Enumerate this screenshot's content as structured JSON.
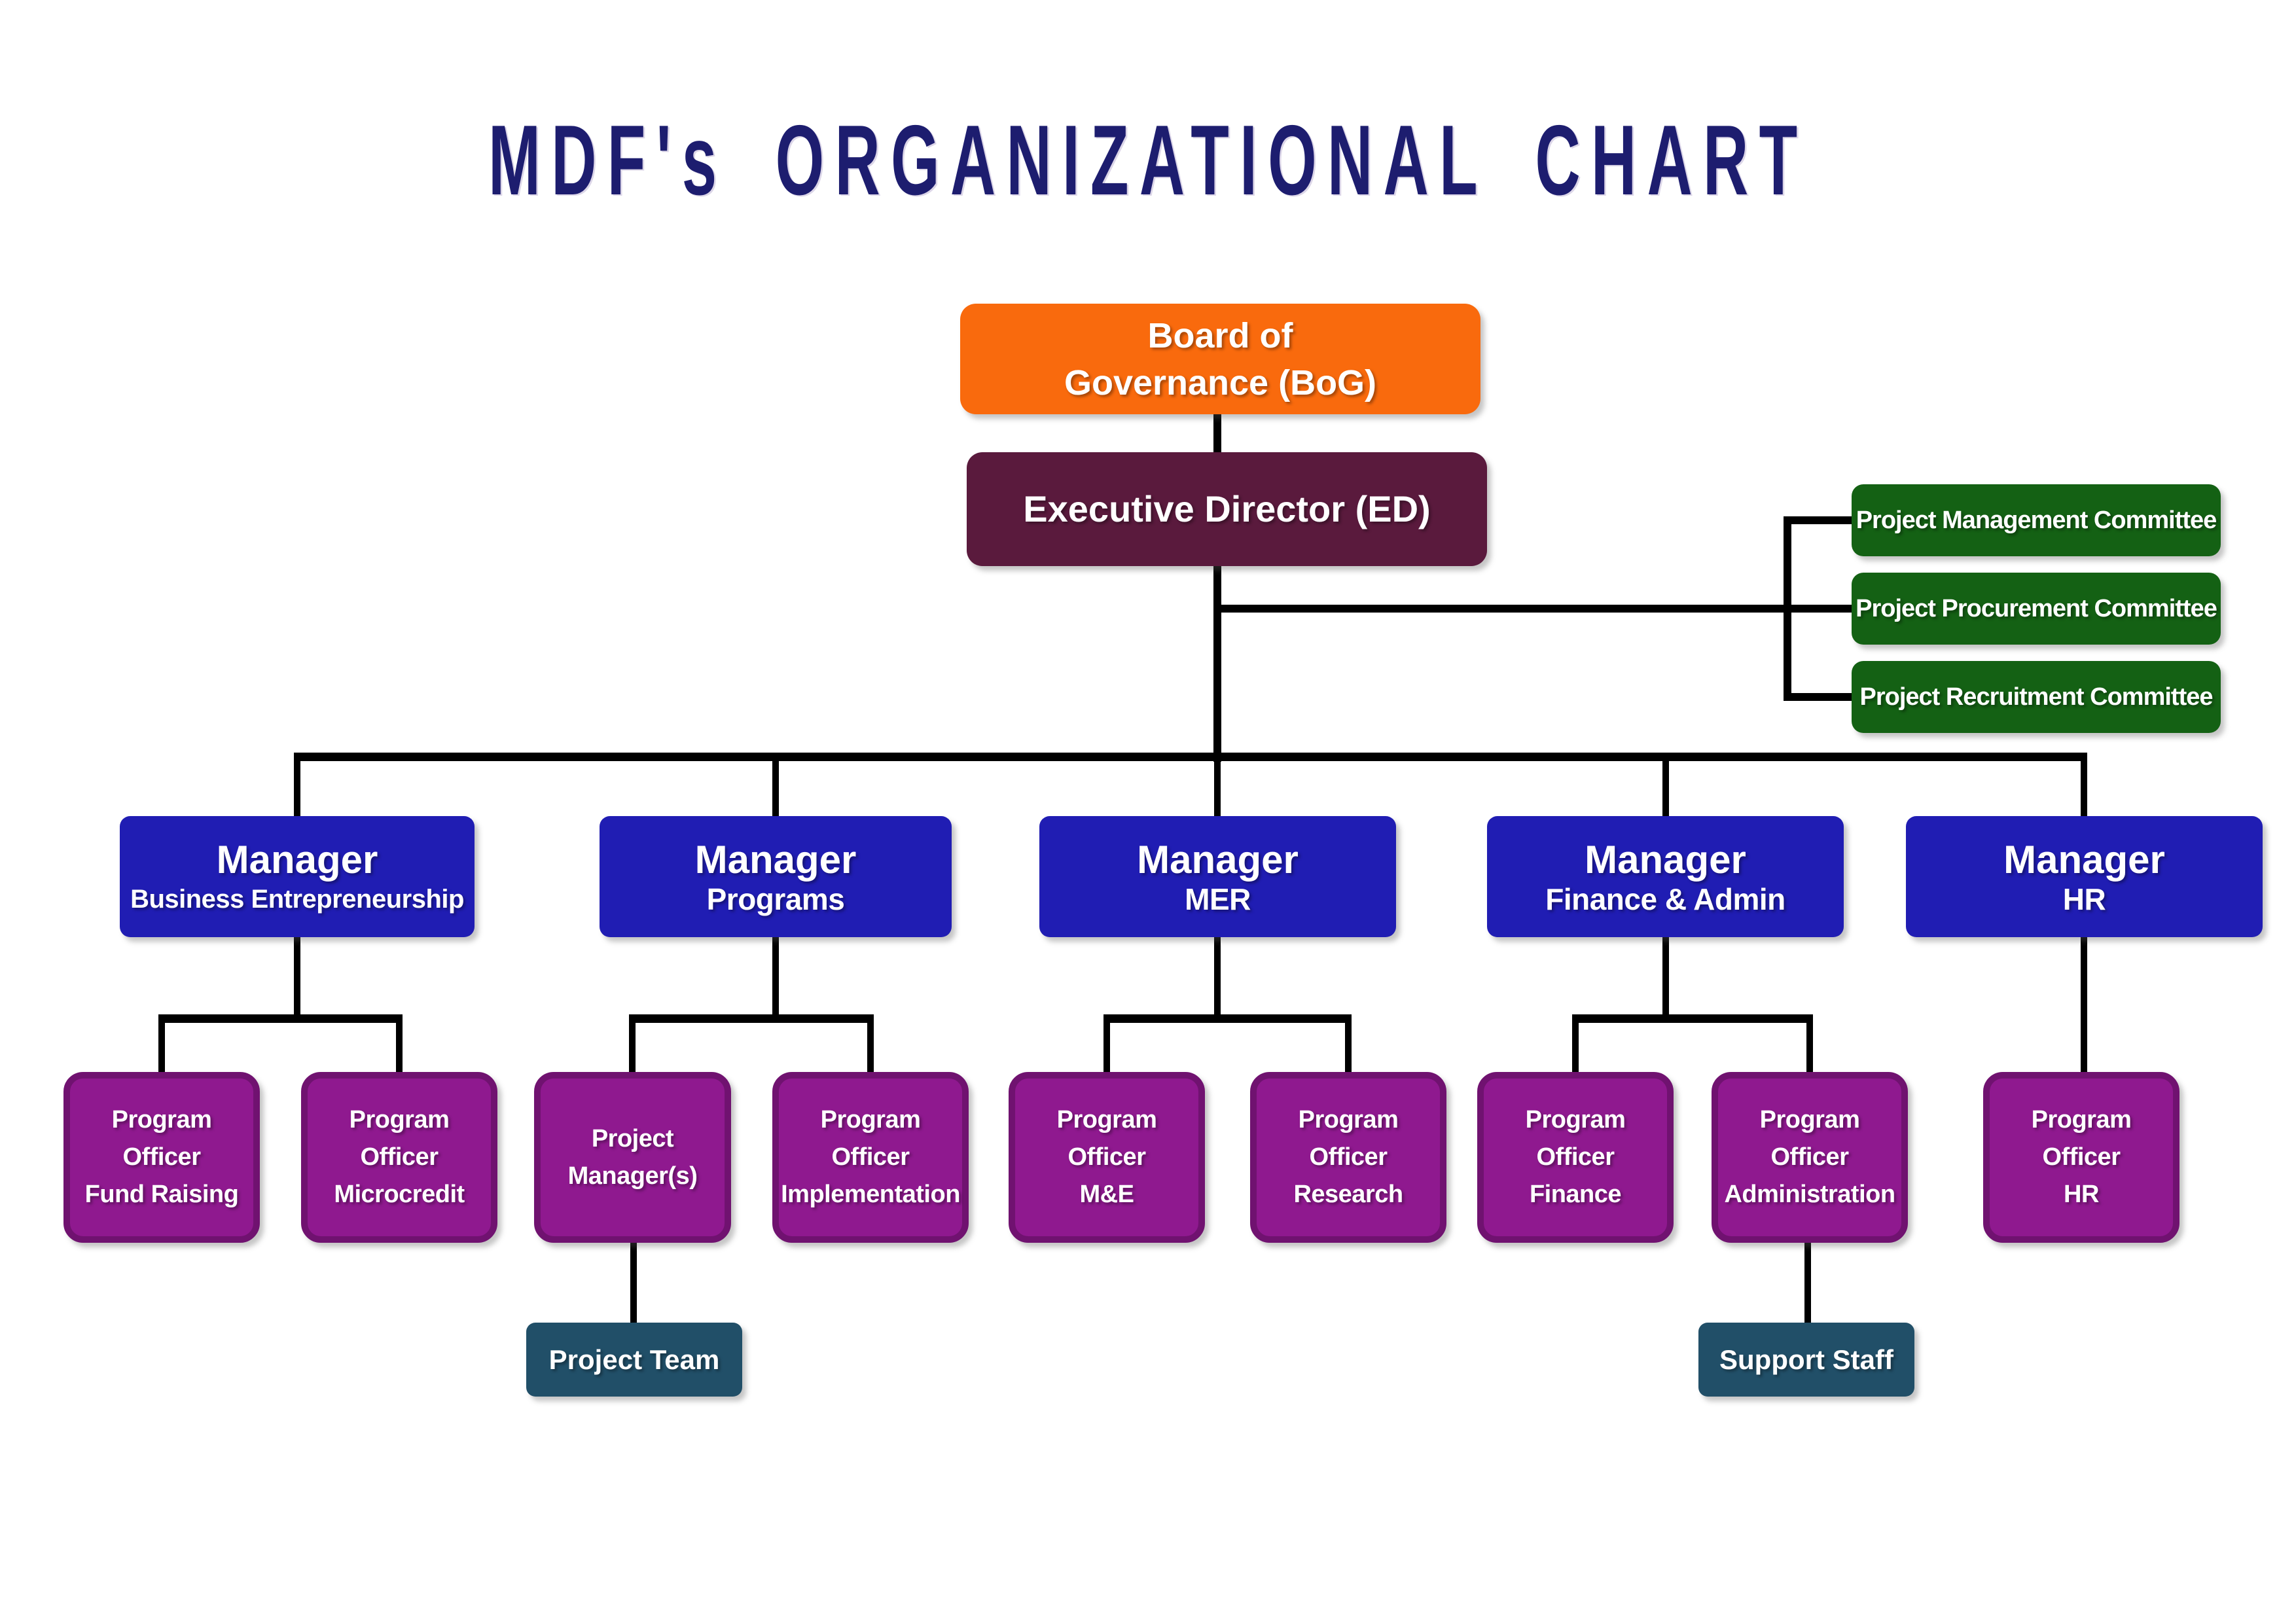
{
  "title": "MDF's ORGANIZATIONAL CHART",
  "colors": {
    "title": "#1D1D6F",
    "board": "#F96A0D",
    "director": "#5A1A3D",
    "committee": "#146114",
    "manager": "#201DB3",
    "officer": "#8F198F",
    "officer-border": "#701270",
    "team": "#214F68",
    "connector": "#000000"
  },
  "board": {
    "lines": [
      "Board of",
      "Governance (BoG)"
    ]
  },
  "director": {
    "label": "Executive Director (ED)"
  },
  "committees": [
    {
      "label": "Project Management Committee"
    },
    {
      "label": "Project Procurement Committee"
    },
    {
      "label": "Project Recruitment Committee"
    }
  ],
  "managers": [
    {
      "title": "Manager",
      "subtitle": "Business Entrepreneurship"
    },
    {
      "title": "Manager",
      "subtitle": "Programs"
    },
    {
      "title": "Manager",
      "subtitle": "MER"
    },
    {
      "title": "Manager",
      "subtitle": "Finance & Admin"
    },
    {
      "title": "Manager",
      "subtitle": "HR"
    }
  ],
  "officers": [
    {
      "lines": [
        "Program",
        "Officer",
        "Fund Raising"
      ]
    },
    {
      "lines": [
        "Program",
        "Officer",
        "Microcredit"
      ]
    },
    {
      "lines": [
        "Project",
        "Manager(s)"
      ]
    },
    {
      "lines": [
        "Program",
        "Officer",
        "Implementation"
      ]
    },
    {
      "lines": [
        "Program",
        "Officer",
        "M&E"
      ]
    },
    {
      "lines": [
        "Program",
        "Officer",
        "Research"
      ]
    },
    {
      "lines": [
        "Program",
        "Officer",
        "Finance"
      ]
    },
    {
      "lines": [
        "Program",
        "Officer",
        "Administration"
      ]
    },
    {
      "lines": [
        "Program",
        "Officer",
        "HR"
      ]
    }
  ],
  "teams": [
    {
      "label": "Project Team"
    },
    {
      "label": "Support Staff"
    }
  ]
}
